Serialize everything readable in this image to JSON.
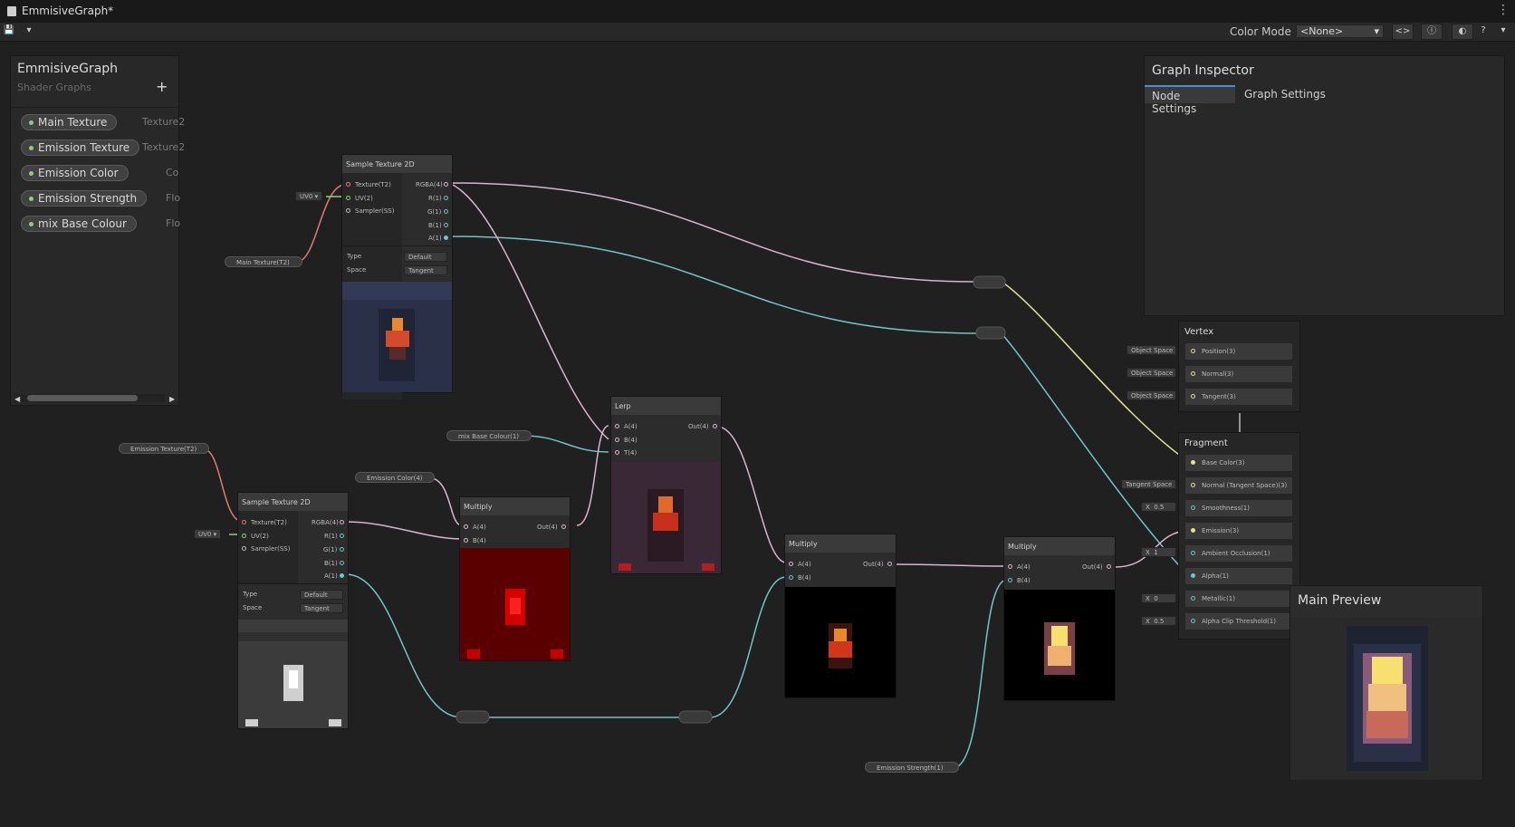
{
  "window": {
    "title": "EmmisiveGraph*"
  },
  "toolbar": {
    "color_mode_label": "Color Mode",
    "color_mode_value": "<None>"
  },
  "blackboard": {
    "title": "EmmisiveGraph",
    "subtitle": "Shader Graphs",
    "add_label": "+",
    "properties": [
      {
        "name": "Main Texture",
        "type": "Texture2"
      },
      {
        "name": "Emission Texture",
        "type": "Texture2"
      },
      {
        "name": "Emission Color",
        "type": "Co"
      },
      {
        "name": "Emission Strength",
        "type": "Flo"
      },
      {
        "name": "mix Base Colour",
        "type": "Flo"
      }
    ]
  },
  "inspector": {
    "title": "Graph Inspector",
    "tabs": [
      "Node Settings",
      "Graph Settings"
    ]
  },
  "main_preview": {
    "title": "Main Preview"
  },
  "nodes": {
    "st1": {
      "title": "Sample Texture 2D",
      "inputs": [
        "Texture(T2)",
        "UV(2)",
        "Sampler(SS)"
      ],
      "outputs": [
        "RGBA(4)",
        "R(1)",
        "G(1)",
        "B(1)",
        "A(1)"
      ],
      "type_label": "Type",
      "type_value": "Default",
      "space_label": "Space",
      "space_value": "Tangent"
    },
    "st2": {
      "title": "Sample Texture 2D",
      "inputs": [
        "Texture(T2)",
        "UV(2)",
        "Sampler(SS)"
      ],
      "outputs": [
        "RGBA(4)",
        "R(1)",
        "G(1)",
        "B(1)",
        "A(1)"
      ],
      "type_label": "Type",
      "type_value": "Default",
      "space_label": "Space",
      "space_value": "Tangent"
    },
    "mul1": {
      "title": "Multiply",
      "inputs": [
        "A(4)",
        "B(4)"
      ],
      "output": "Out(4)"
    },
    "lerp": {
      "title": "Lerp",
      "inputs": [
        "A(4)",
        "B(4)",
        "T(4)"
      ],
      "output": "Out(4)"
    },
    "mul2": {
      "title": "Multiply",
      "inputs": [
        "A(4)",
        "B(4)"
      ],
      "output": "Out(4)"
    },
    "mul3": {
      "title": "Multiply",
      "inputs": [
        "A(4)",
        "B(4)"
      ],
      "output": "Out(4)"
    }
  },
  "property_nodes": {
    "main_texture": "Main Texture(T2)",
    "emission_texture": "Emission Texture(T2)",
    "mix_base": "mix Base Colour(1)",
    "emission_color": "Emission Color(4)",
    "emission_strength": "Emission Strength(1)"
  },
  "uv_tag": "UV0",
  "vertex": {
    "title": "Vertex",
    "ports": [
      "Position(3)",
      "Normal(3)",
      "Tangent(3)"
    ],
    "space": "Object Space"
  },
  "fragment": {
    "title": "Fragment",
    "ports": [
      "Base Color(3)",
      "Normal (Tangent Space)(3)",
      "Smoothness(1)",
      "Emission(3)",
      "Ambient Occlusion(1)",
      "Alpha(1)",
      "Metallic(1)",
      "Alpha Clip Threshold(1)"
    ],
    "normal_space": "Tangent Space",
    "x_label": "X",
    "smoothness": "0.5",
    "ao": "1",
    "metallic": "0",
    "clip": "0.5"
  },
  "colors": {
    "wire_vec4": "#d8b4cf",
    "wire_float": "#6ec6c6",
    "wire_vec3": "#e2e28e",
    "wire_tex": "#e07a6e",
    "wire_uv": "#8fcf7a"
  }
}
